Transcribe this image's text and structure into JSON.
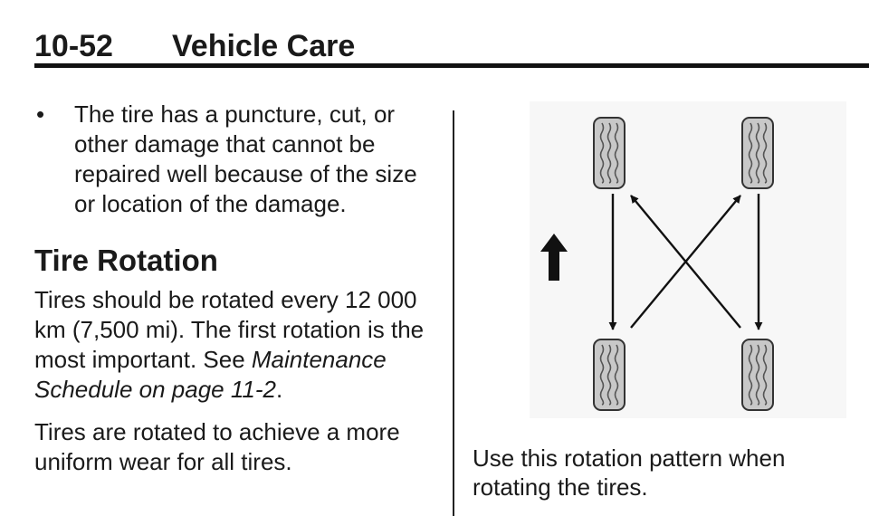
{
  "header": {
    "page_number": "10-52",
    "section_title": "Vehicle Care"
  },
  "left_column": {
    "bullet": {
      "mark": "•",
      "text": "The tire has a puncture, cut, or other damage that cannot be repaired well because of the size or location of the damage."
    },
    "heading": "Tire Rotation",
    "paragraph1": {
      "text": "Tires should be rotated every 12 000 km (7,500 mi). The first rotation is the most important. See ",
      "link_text": "Maintenance Schedule on page 11-2",
      "end": "."
    },
    "paragraph2": "Tires are rotated to achieve a more uniform wear for all tires."
  },
  "figure": {
    "caption": "Use this rotation pattern when rotating the tires.",
    "tires": [
      "front-left",
      "front-right",
      "rear-left",
      "rear-right"
    ],
    "colors": {
      "tire": "#c8c8c8",
      "tread": "#555555",
      "arrow": "#111111"
    }
  }
}
